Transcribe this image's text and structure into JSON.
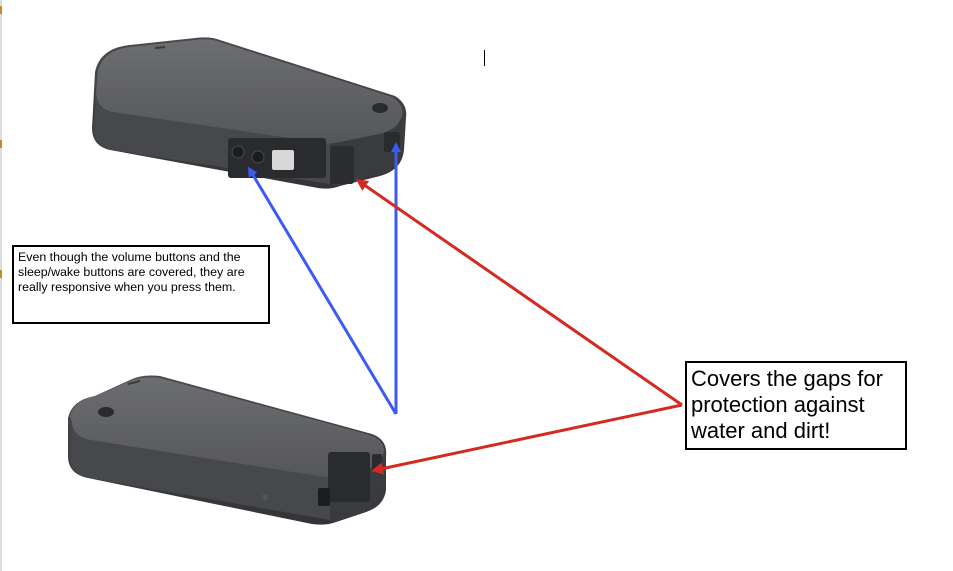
{
  "callouts": {
    "buttons_note": "Even though the volume buttons and the sleep/wake buttons are covered, they are really responsive when you press them.",
    "gaps_note": "Covers the gaps for protection against water and dirt!"
  },
  "images": {
    "top_phone": "phone-case-top-view",
    "bottom_phone": "phone-case-bottom-view"
  },
  "colors": {
    "case": "#5a5b5e",
    "case_dark": "#3e3f42",
    "blue_arrow": "#3b5bf2",
    "red_arrow": "#d42a22"
  }
}
